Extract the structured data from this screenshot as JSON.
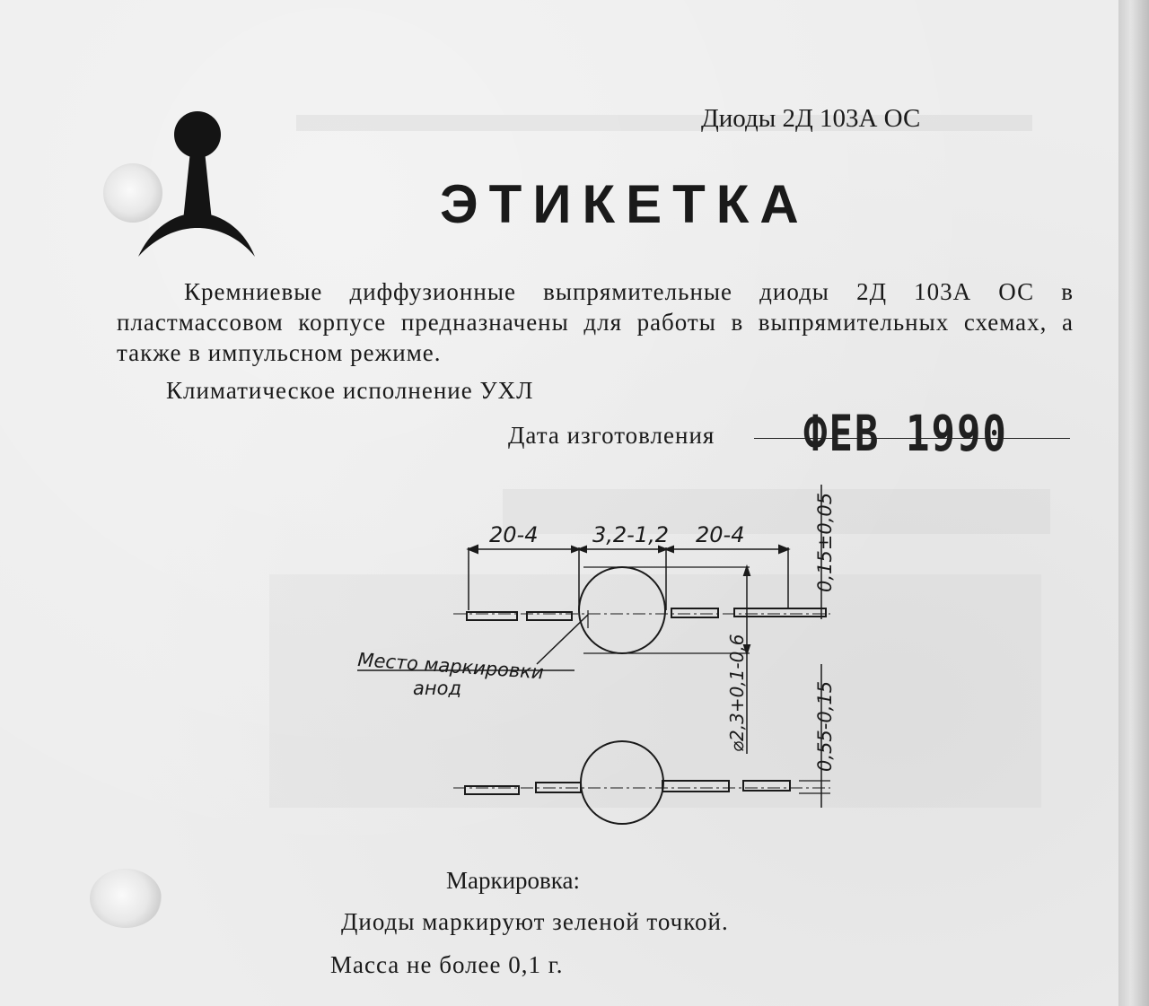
{
  "header": {
    "doc_id": "Диоды 2Д 103А ОС",
    "title": "ЭТИКЕТКА",
    "logo_icon": "factory-logo-icon"
  },
  "body": {
    "description": "Кремниевые диффузионные выпрямительные диоды 2Д 103А ОС в пластмассовом корпусе предназначены для работы в выпрямительных схемах, а также в импульсном режиме.",
    "climate": "Климатическое исполнение УХЛ",
    "date_label": "Дата изготовления",
    "date_stamp": "ФЕВ 1990"
  },
  "drawing": {
    "dim_lead_left": "20-4",
    "dim_body": "3,2-1,2",
    "dim_lead_right": "20-4",
    "dim_lead_offset": "0,15±0,05",
    "dim_diameter": "⌀2,3+0,1-0,6",
    "dim_lead_thickness": "0,55-0,15",
    "callout_line1": "Место маркировки",
    "callout_line2": "анод"
  },
  "footer": {
    "marking_title": "Маркировка:",
    "marking_text": "Диоды маркируют зеленой точкой.",
    "mass": "Масса не более 0,1 г."
  }
}
